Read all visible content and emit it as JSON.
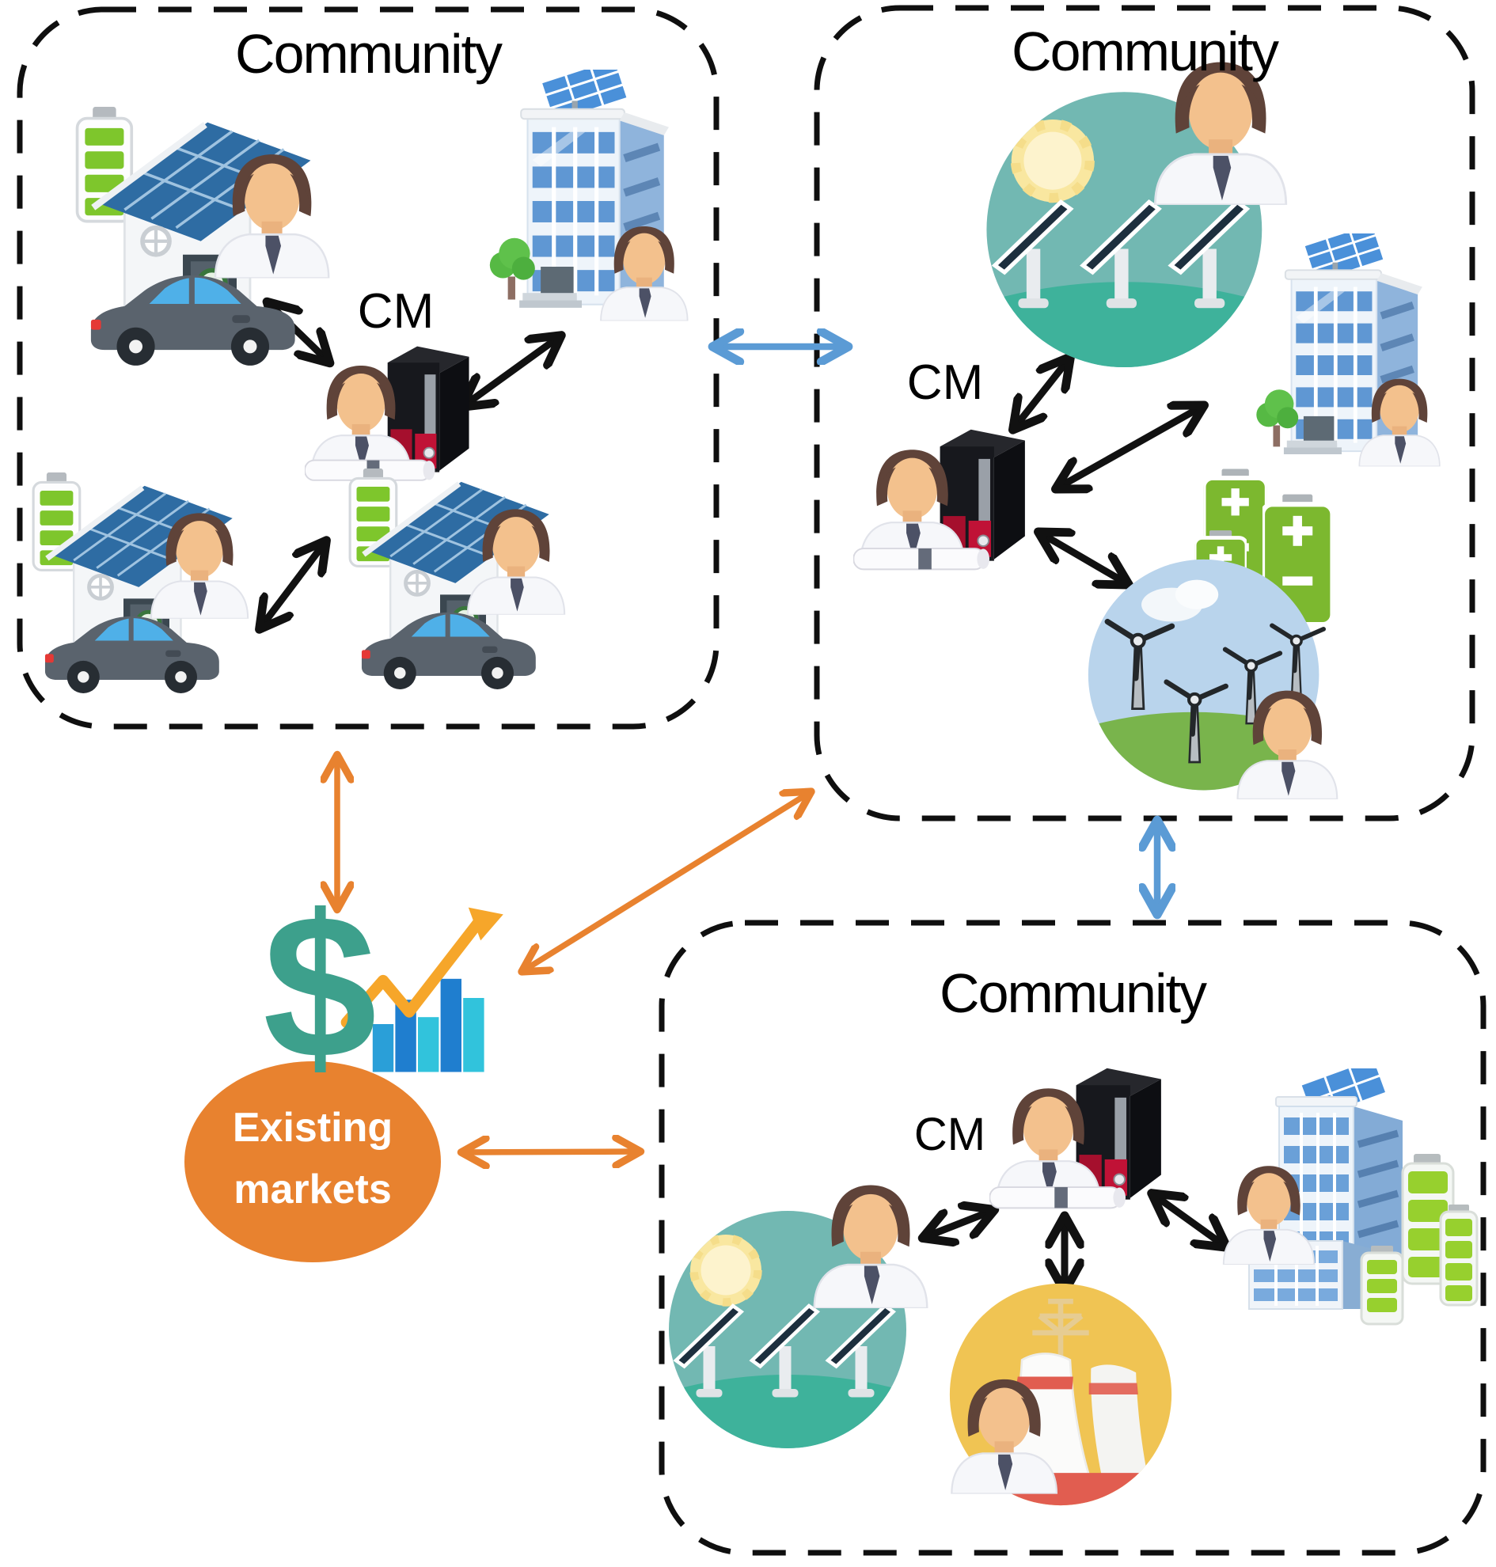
{
  "page": {
    "description": "Diagram of three energy communities with community managers (CM) trading with each other and with existing markets"
  },
  "communities": [
    {
      "position": "top-left",
      "title": "Community",
      "cm_label": "CM",
      "members": [
        "house-solar-battery-ev-prosumer",
        "office-building-solar-prosumer",
        "house-solar-battery-ev-prosumer",
        "house-solar-battery-ev-prosumer"
      ]
    },
    {
      "position": "top-right",
      "title": "Community",
      "cm_label": "CM",
      "members": [
        "solar-farm-prosumer",
        "office-building-solar-prosumer",
        "wind-farm-battery-prosumer"
      ]
    },
    {
      "position": "bottom",
      "title": "Community",
      "cm_label": "CM",
      "members": [
        "solar-farm-prosumer",
        "power-plant-prosumer",
        "commercial-buildings-battery-prosumer"
      ]
    }
  ],
  "markets": {
    "line1": "Existing",
    "line2": "markets",
    "symbol": "$"
  },
  "connections": {
    "community_to_community": "blue double arrow",
    "community_to_markets": "orange double arrow",
    "cm_to_member": "black double arrow"
  },
  "colors": {
    "dashed_border": "#0f0f0f",
    "black_arrow": "#111111",
    "blue_arrow": "#5b9bd5",
    "orange_arrow": "#e8822f",
    "markets_circle": "#e8822f",
    "dollar_sign": "#3da08c",
    "chart_bar_blue": "#2a9fd8",
    "trend_arrow": "#f6a62a",
    "solar_circle_teal": "#72b8b2",
    "wind_sky_blue": "#b9d4ec",
    "plant_yellow": "#f0c453",
    "battery_green": "#7cb82f"
  }
}
